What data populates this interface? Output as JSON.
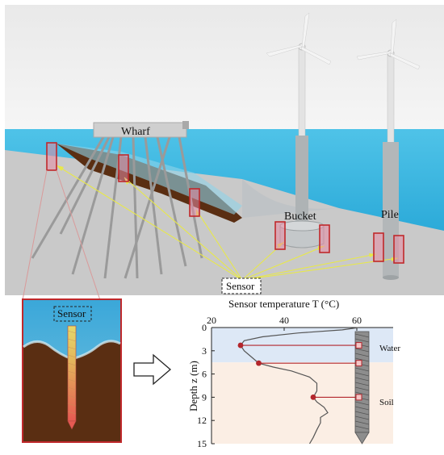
{
  "labels": {
    "wharf": "Wharf",
    "bucket": "Bucket",
    "pile": "Pile",
    "sensor_main": "Sensor",
    "sensor_inset": "Sensor"
  },
  "chart_data": {
    "type": "line",
    "title": "",
    "xlabel": "Sensor temperature T (°C)",
    "ylabel": "Depth z (m)",
    "xlim": [
      20,
      60
    ],
    "ylim": [
      0,
      15
    ],
    "x_ticks": [
      "20",
      "40",
      "60"
    ],
    "y_ticks": [
      "0",
      "3",
      "6",
      "9",
      "12",
      "15"
    ],
    "zones": [
      {
        "name": "Water",
        "from_depth": 0,
        "to_depth": 4.5
      },
      {
        "name": "Soil",
        "from_depth": 4.5,
        "to_depth": 15
      }
    ],
    "series": [
      {
        "points": [
          {
            "t": 60.5,
            "z": 0
          },
          {
            "t": 56,
            "z": 0.3
          },
          {
            "t": 44,
            "z": 0.7
          },
          {
            "t": 34,
            "z": 1.2
          },
          {
            "t": 29,
            "z": 1.7
          },
          {
            "t": 28,
            "z": 2.3
          },
          {
            "t": 29,
            "z": 3.0
          },
          {
            "t": 31,
            "z": 3.8
          },
          {
            "t": 33,
            "z": 4.6
          },
          {
            "t": 37,
            "z": 5.1
          },
          {
            "t": 42,
            "z": 5.6
          },
          {
            "t": 47,
            "z": 6.4
          },
          {
            "t": 49,
            "z": 7.2
          },
          {
            "t": 49,
            "z": 8.2
          },
          {
            "t": 48,
            "z": 9.0
          },
          {
            "t": 49,
            "z": 9.6
          },
          {
            "t": 51,
            "z": 10.3
          },
          {
            "t": 52,
            "z": 11.0
          },
          {
            "t": 50,
            "z": 11.6
          },
          {
            "t": 50,
            "z": 12.3
          },
          {
            "t": 49,
            "z": 13.2
          },
          {
            "t": 48,
            "z": 14.2
          },
          {
            "t": 47,
            "z": 15
          }
        ]
      }
    ],
    "highlighted": [
      {
        "t": 28,
        "z": 2.3
      },
      {
        "t": 33,
        "z": 4.6
      },
      {
        "t": 48,
        "z": 9.0
      }
    ],
    "colors": {
      "curve": "#555555",
      "marker": "#b3262c",
      "water": "#dde8f6",
      "soil": "#fbeee4"
    }
  }
}
